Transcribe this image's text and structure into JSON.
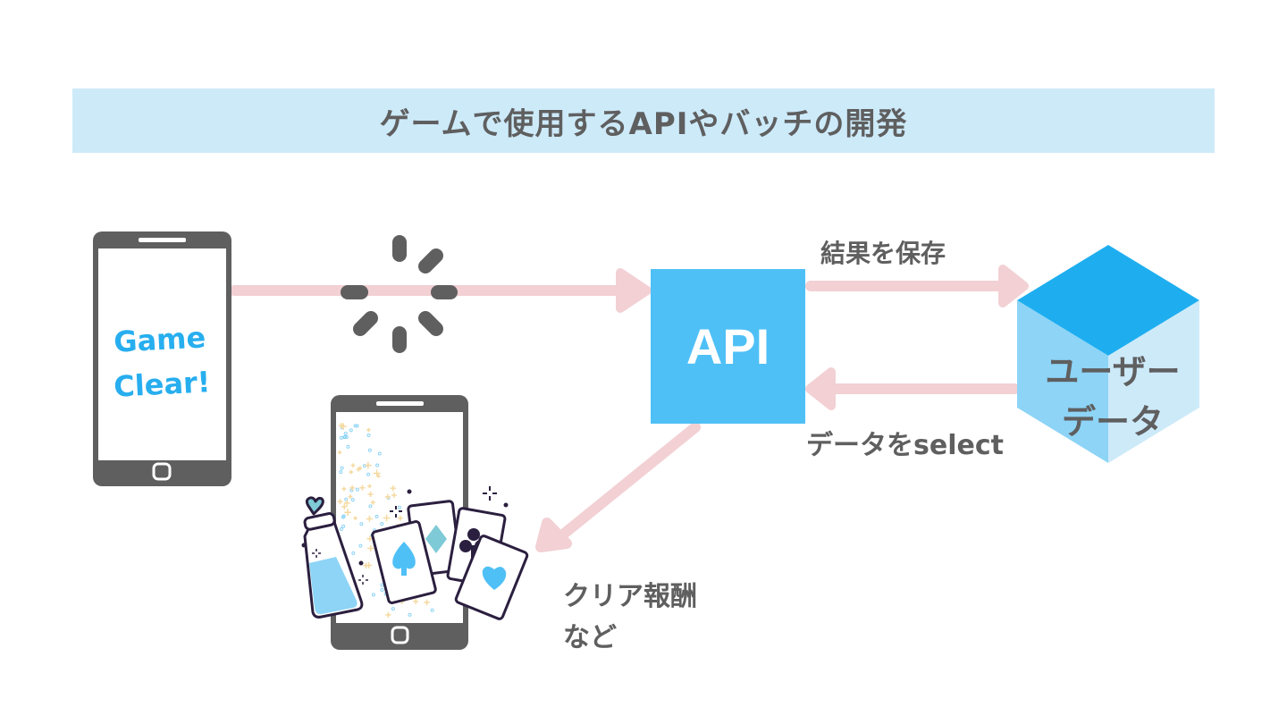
{
  "title": "ゲームで使用するAPIやバッチの開発",
  "colors": {
    "title_bg": "#cdeaf9",
    "text": "#5f5f60",
    "arrow": "#f2d0d4",
    "api_box": "#4fc0f6",
    "phone": "#5f5f60",
    "cube_top": "#1eaef0",
    "cube_left": "#8dd4f6",
    "cube_right": "#cdeaf9",
    "game_clear_text": "#27aeef"
  },
  "phone_left": {
    "screen_text": [
      "Game",
      "Clear!"
    ]
  },
  "loading_spinner": {
    "icon": "loading-spinner-icon"
  },
  "api_box": {
    "label": "API"
  },
  "database_cube": {
    "label_lines": [
      "ユーザー",
      "データ"
    ]
  },
  "arrows": {
    "save": {
      "label": "結果を保存"
    },
    "select": {
      "label": "データをselect"
    },
    "reward": {
      "label_lines": [
        "クリア報酬",
        "など"
      ]
    }
  },
  "phone_rewards": {
    "items": [
      "potion-bottle",
      "spade-card",
      "diamond-card",
      "club-card",
      "heart-card"
    ]
  }
}
